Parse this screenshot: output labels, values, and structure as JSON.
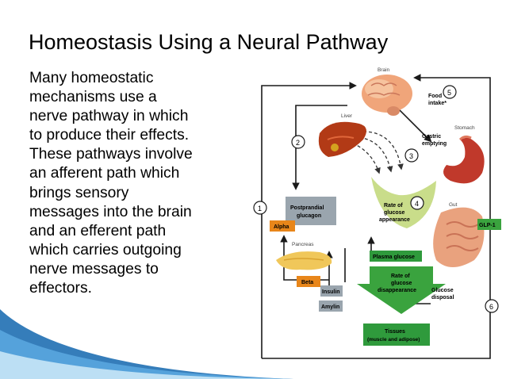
{
  "slide": {
    "title": "Homeostasis Using a Neural Pathway",
    "body_lines": [
      "Many homeostatic",
      "mechanisms use a",
      "nerve pathway in which",
      "to produce their effects.",
      "These pathways involve",
      "an afferent path which",
      "brings sensory",
      "messages into the brain",
      "and an efferent path",
      "which carries outgoing",
      "nerve messages to",
      "effectors."
    ]
  },
  "diagram": {
    "organs": {
      "brain": "Brain",
      "liver": "Liver",
      "stomach": "Stomach",
      "gut": "Gut",
      "pancreas": "Pancreas"
    },
    "labels": {
      "food_intake_1": "Food",
      "food_intake_2": "intake*",
      "gastric_1": "Gastric",
      "gastric_2": "emptying",
      "rate_appearance_1": "Rate of",
      "rate_appearance_2": "glucose",
      "rate_appearance_3": "appearance",
      "postprandial_1": "Postprandial",
      "postprandial_2": "glucagon",
      "alpha": "Alpha",
      "beta": "Beta",
      "insulin": "Insulin",
      "amylin": "Amylin",
      "plasma_glucose": "Plasma glucose",
      "rate_disappearance_1": "Rate of",
      "rate_disappearance_2": "glucose",
      "rate_disappearance_3": "disappearance",
      "glucose_disposal_1": "Glucose",
      "glucose_disposal_2": "disposal",
      "tissues_1": "Tissues",
      "tissues_2": "(muscle and adipose)",
      "glp1": "GLP-1"
    },
    "steps": [
      "1",
      "2",
      "3",
      "4",
      "5",
      "6"
    ],
    "colors": {
      "label_box": "#9aa5ae",
      "green_box": "#2f9a3c",
      "orange_box": "#e8861a",
      "glp_box": "#3aa33e",
      "arrow": "#1a1a1a"
    }
  }
}
